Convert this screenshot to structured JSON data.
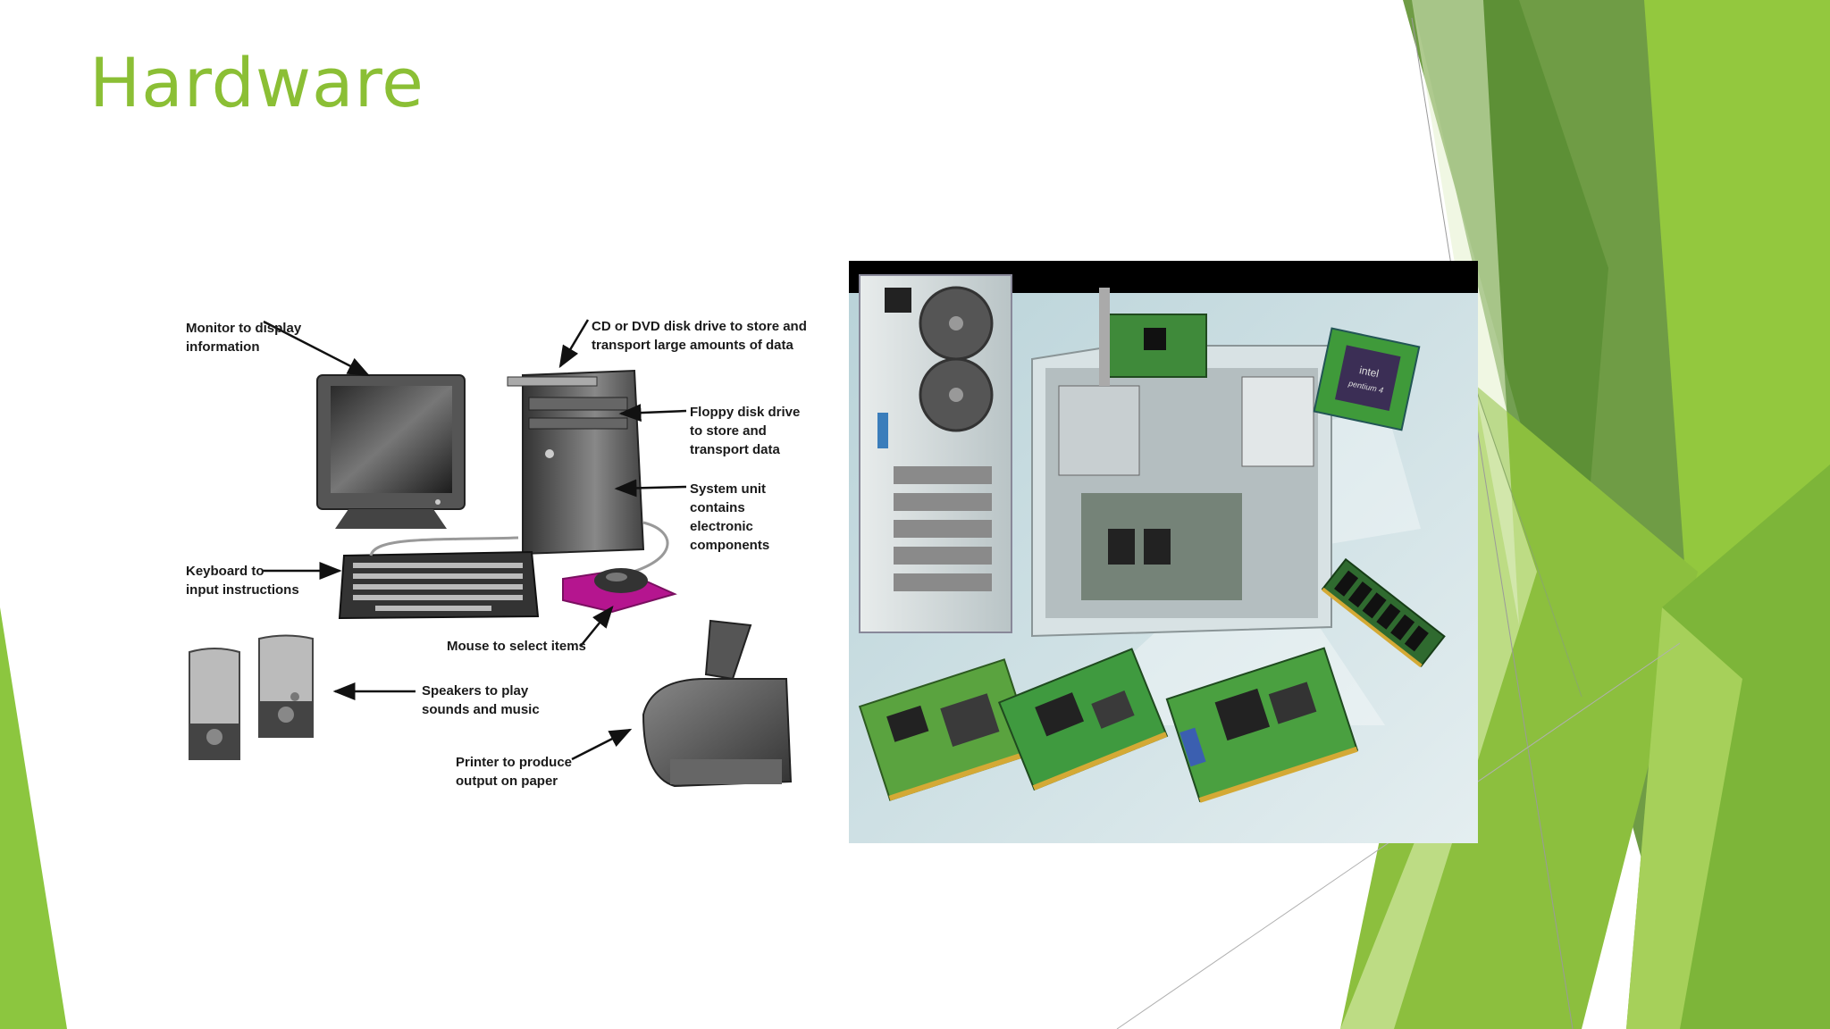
{
  "slide": {
    "title": "Hardware"
  },
  "theme": {
    "title_color": "#8bbf35",
    "green_dark": "#4e8f2a",
    "green_mid": "#7bb33a",
    "green_light": "#a4cf4a",
    "green_pale": "#d6ebb0",
    "accent_magenta": "#b5158f"
  },
  "left_figure": {
    "labels": {
      "monitor": [
        "Monitor to display",
        "information"
      ],
      "disk_drive": [
        "CD or DVD disk drive to store and",
        "transport large amounts of data"
      ],
      "floppy": [
        "Floppy disk drive",
        "to store and",
        "transport data"
      ],
      "system_unit": [
        "System unit",
        "contains",
        "electronic",
        "components"
      ],
      "keyboard": [
        "Keyboard to",
        "input instructions"
      ],
      "mouse": [
        "Mouse to select items"
      ],
      "speakers": [
        "Speakers to play",
        "sounds and music"
      ],
      "printer": [
        "Printer to produce",
        "output on paper"
      ]
    }
  },
  "right_figure": {
    "chip_brand": "intel",
    "chip_model": "pentium 4"
  }
}
